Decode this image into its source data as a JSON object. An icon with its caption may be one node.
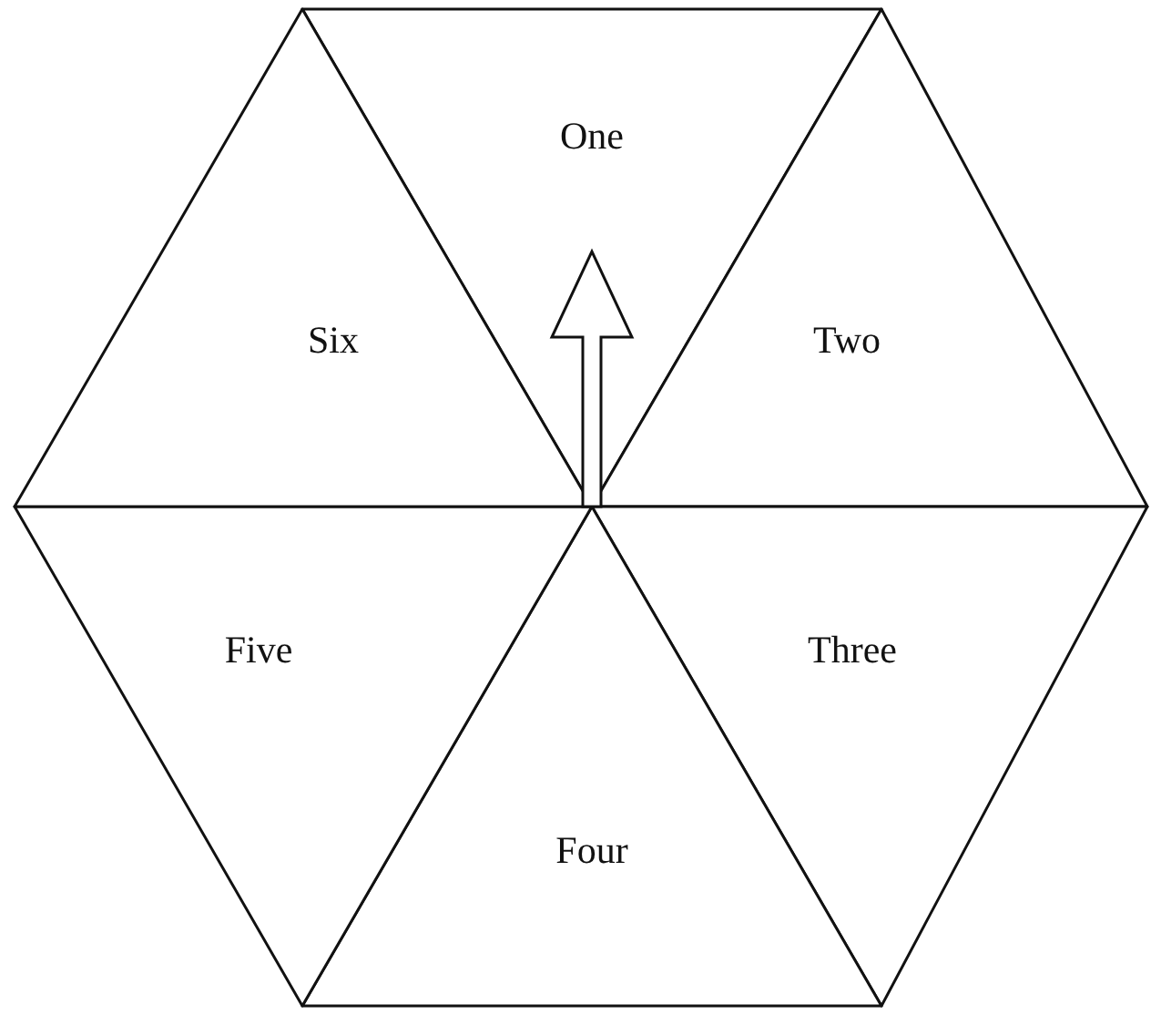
{
  "diagram": {
    "nodes": [
      {
        "text": [
          "One"
        ]
      },
      {
        "text": [
          "Two"
        ]
      },
      {
        "text": [
          "Three"
        ]
      },
      {
        "text": [
          "Four"
        ]
      },
      {
        "text": [
          "Five"
        ]
      },
      {
        "text": [
          "Six"
        ]
      }
    ]
  }
}
